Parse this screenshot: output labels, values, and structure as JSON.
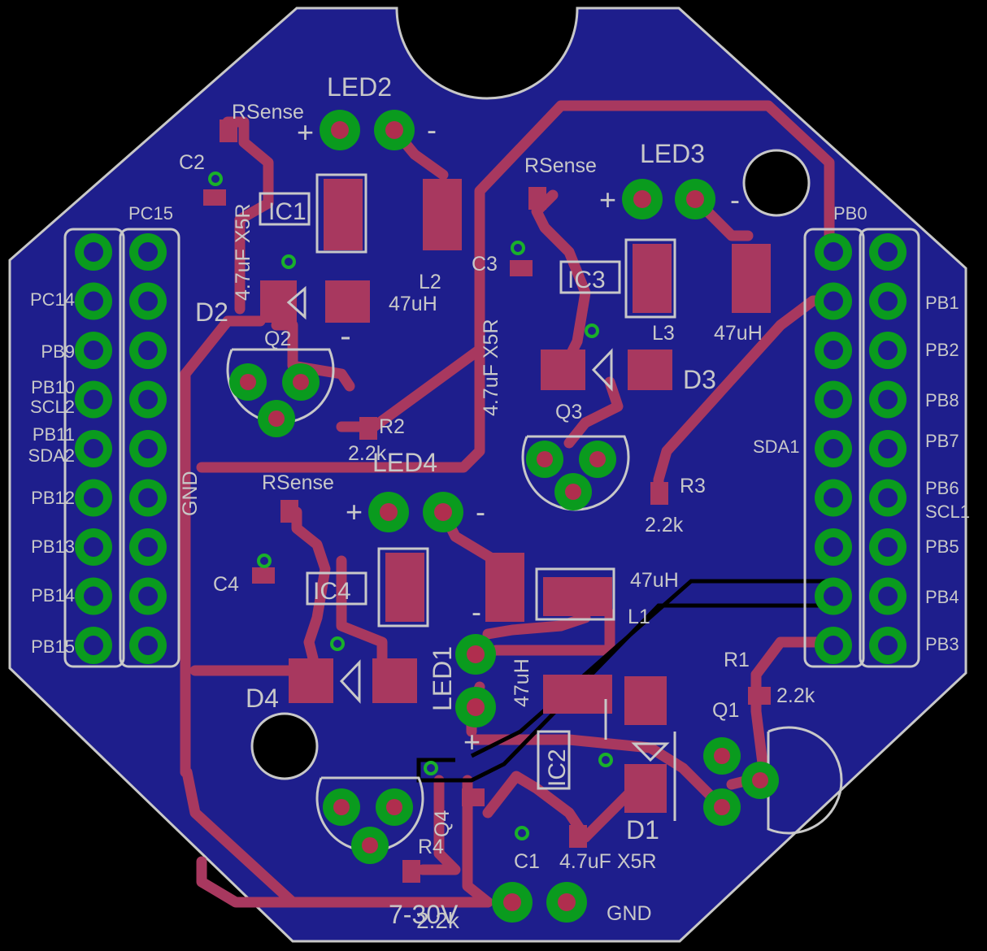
{
  "colors": {
    "background": "#000000",
    "board_fill": "#1e1e8c",
    "board_outline": "#c8c8c8",
    "copper": "#a8385f",
    "pad_ring": "#0a9b1e",
    "silkscreen": "#c8c8c8"
  },
  "labels": {
    "led1": "LED1",
    "led2": "LED2",
    "led3": "LED3",
    "led4": "LED4",
    "rsense_2": "RSense",
    "rsense_3": "RSense",
    "rsense_4": "RSense",
    "c1": "C1",
    "c2": "C2",
    "c3": "C3",
    "c4": "C4",
    "c1_value": "4.7uF X5R",
    "c2_value": "4.7uF X5R",
    "c3_value": "4.7uF X5R",
    "ic1": "IC1",
    "ic2": "IC2",
    "ic3": "IC3",
    "ic4": "IC4",
    "l1": "L1",
    "l2": "L2",
    "l3": "L3",
    "l1_value": "47uH",
    "l2_value": "47uH",
    "l3_value": "47uH",
    "l4_value": "47uH",
    "d1": "D1",
    "d2": "D2",
    "d3": "D3",
    "d4": "D4",
    "q1": "Q1",
    "q2": "Q2",
    "q3": "Q3",
    "q4": "Q4",
    "r1": "R1",
    "r2": "R2",
    "r3": "R3",
    "r4": "R4",
    "r1_value": "2.2k",
    "r2_value": "2.2k",
    "r3_value": "2.2k",
    "r4_value": "2.2k",
    "gnd_side": "GND",
    "gnd_power": "GND",
    "power_in": "7-30V",
    "pc15": "PC15",
    "pb0": "PB0",
    "sda1": "SDA1",
    "plus": "+",
    "minus": "-"
  },
  "left_header_labels": [
    "PC14",
    "PB9",
    "PB10",
    "SCL2",
    "PB11",
    "SDA2",
    "PB12",
    "PB13",
    "PB14",
    "PB15"
  ],
  "right_header_labels": [
    "PB1",
    "PB2",
    "PB8",
    "PB7",
    "PB6",
    "SCL1",
    "PB5",
    "PB4",
    "PB3"
  ]
}
